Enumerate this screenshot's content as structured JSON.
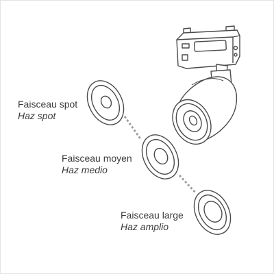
{
  "beams": [
    {
      "french": "Faisceau spot",
      "spanish": "Haz spot"
    },
    {
      "french": "Faisceau moyen",
      "spanish": "Haz medio"
    },
    {
      "french": "Faisceau large",
      "spanish": "Haz amplio"
    }
  ],
  "colors": {
    "line": "#4a4a4a",
    "text": "#3a3a3a",
    "connector": "#9e9e9e",
    "border": "#e3e3e3"
  },
  "icons": [
    "track-spotlight-icon",
    "lens-disc-icon"
  ]
}
